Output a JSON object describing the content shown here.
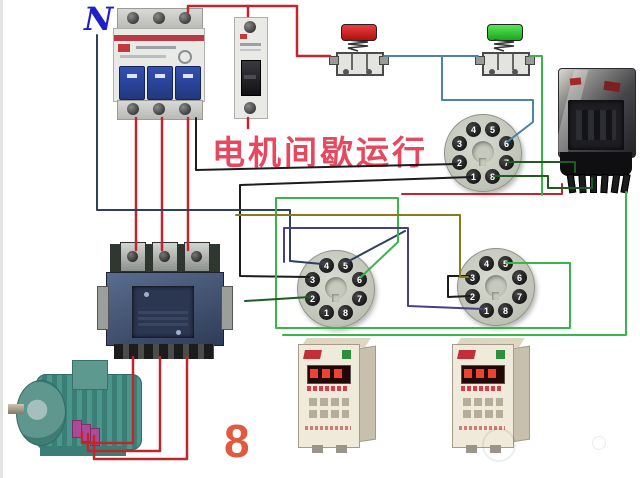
{
  "page": {
    "title_text": "电机间歇运行",
    "neutral_label": "N",
    "page_number": "8"
  },
  "colors": {
    "wire_red": "#c0272d",
    "wire_black": "#1c1c1c",
    "wire_navy": "#2e3f60",
    "wire_blue": "#4e82ab",
    "wire_green": "#39b54a",
    "wire_green_dark": "#1e5c22",
    "wire_purple": "#4a3f86",
    "wire_olive": "#8a7a1e",
    "title_red": "#e8485e",
    "neutral_blue": "#2020c8",
    "page_number_red": "#e05a40",
    "stop_button_cap": "#d42020",
    "start_button_cap": "#2ec830"
  },
  "sockets": [
    {
      "pins": [
        "1",
        "2",
        "3",
        "4",
        "5",
        "6",
        "7",
        "8"
      ]
    },
    {
      "pins": [
        "1",
        "2",
        "3",
        "4",
        "5",
        "6",
        "7",
        "8"
      ]
    },
    {
      "pins": [
        "1",
        "2",
        "3",
        "4",
        "5",
        "6",
        "7",
        "8"
      ]
    }
  ]
}
